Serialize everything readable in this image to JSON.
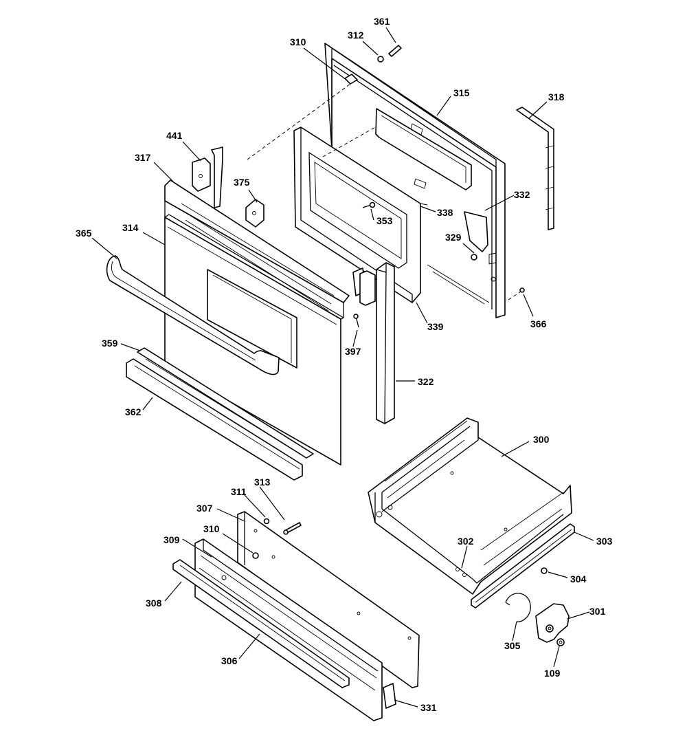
{
  "diagram": {
    "callouts": [
      {
        "label": "361"
      },
      {
        "label": "312"
      },
      {
        "label": "310"
      },
      {
        "label": "315"
      },
      {
        "label": "318"
      },
      {
        "label": "441"
      },
      {
        "label": "317"
      },
      {
        "label": "375"
      },
      {
        "label": "332"
      },
      {
        "label": "338"
      },
      {
        "label": "353"
      },
      {
        "label": "314"
      },
      {
        "label": "365"
      },
      {
        "label": "329"
      },
      {
        "label": "339"
      },
      {
        "label": "366"
      },
      {
        "label": "397"
      },
      {
        "label": "359"
      },
      {
        "label": "322"
      },
      {
        "label": "362"
      },
      {
        "label": "300"
      },
      {
        "label": "313"
      },
      {
        "label": "311"
      },
      {
        "label": "307"
      },
      {
        "label": "303"
      },
      {
        "label": "310"
      },
      {
        "label": "309"
      },
      {
        "label": "302"
      },
      {
        "label": "304"
      },
      {
        "label": "308"
      },
      {
        "label": "301"
      },
      {
        "label": "305"
      },
      {
        "label": "306"
      },
      {
        "label": "109"
      },
      {
        "label": "331"
      }
    ]
  }
}
